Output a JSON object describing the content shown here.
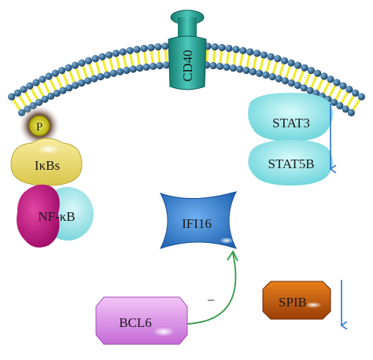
{
  "receptor": {
    "label": "CD40"
  },
  "phospho": {
    "label": "P"
  },
  "ikb": {
    "label": "IκBs"
  },
  "nfkb": {
    "label": "NF-κB"
  },
  "stat3": {
    "label": "STAT3"
  },
  "stat5b": {
    "label": "STAT5B"
  },
  "ifi16": {
    "label": "IFI16"
  },
  "bcl6": {
    "label": "BCL6"
  },
  "spib": {
    "label": "SPIB"
  },
  "inhibition": {
    "symbol": "−"
  },
  "colors": {
    "membrane_head": "#1f4f7a",
    "membrane_tail": "#f2ea2a",
    "cd40": "#2fa89a",
    "phospho": "#d8d21a",
    "ikb": "#f0e07a",
    "nfkb_magenta": "#c4127e",
    "nfkb_cyan": "#8fe0e6",
    "stat": "#8fe6ea",
    "ifi16": "#2f7fd6",
    "bcl6": "#d98be6",
    "spib": "#c45a0e",
    "down_arrow": "#2c6fd0",
    "activation_arrow": "#2f9a45"
  }
}
